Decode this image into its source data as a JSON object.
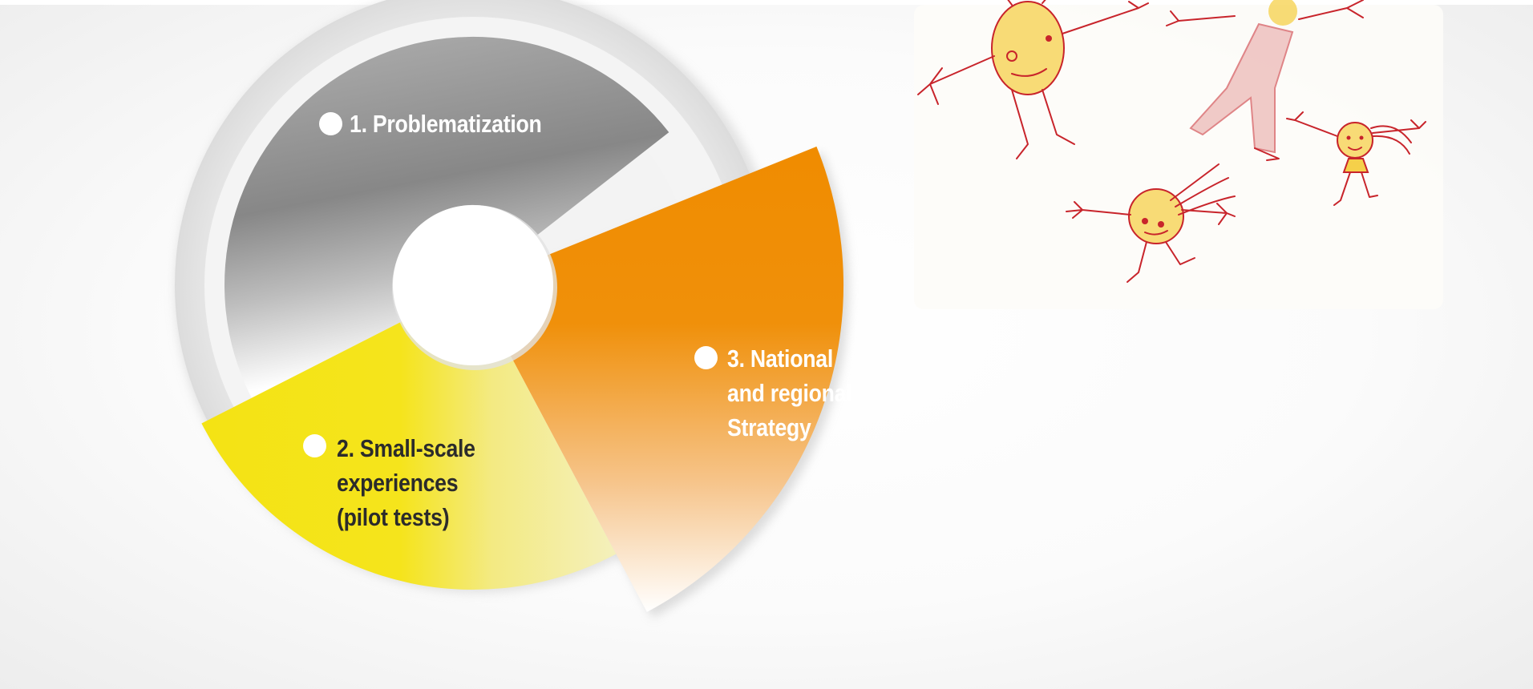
{
  "diagram": {
    "steps": [
      {
        "label": "1. Problematization",
        "color": "#8c8c8c"
      },
      {
        "label_lines": [
          "2. Small-scale",
          "experiences",
          "(pilot tests)"
        ],
        "color": "#f5e51a"
      },
      {
        "label_lines": [
          "3. National",
          "and regional",
          "Strategy"
        ],
        "color": "#f08c00"
      }
    ],
    "illustration": {
      "description_icon": "children-drawing-icon",
      "stroke_color": "#c8242b",
      "fill_color": "#f5d04a"
    }
  }
}
